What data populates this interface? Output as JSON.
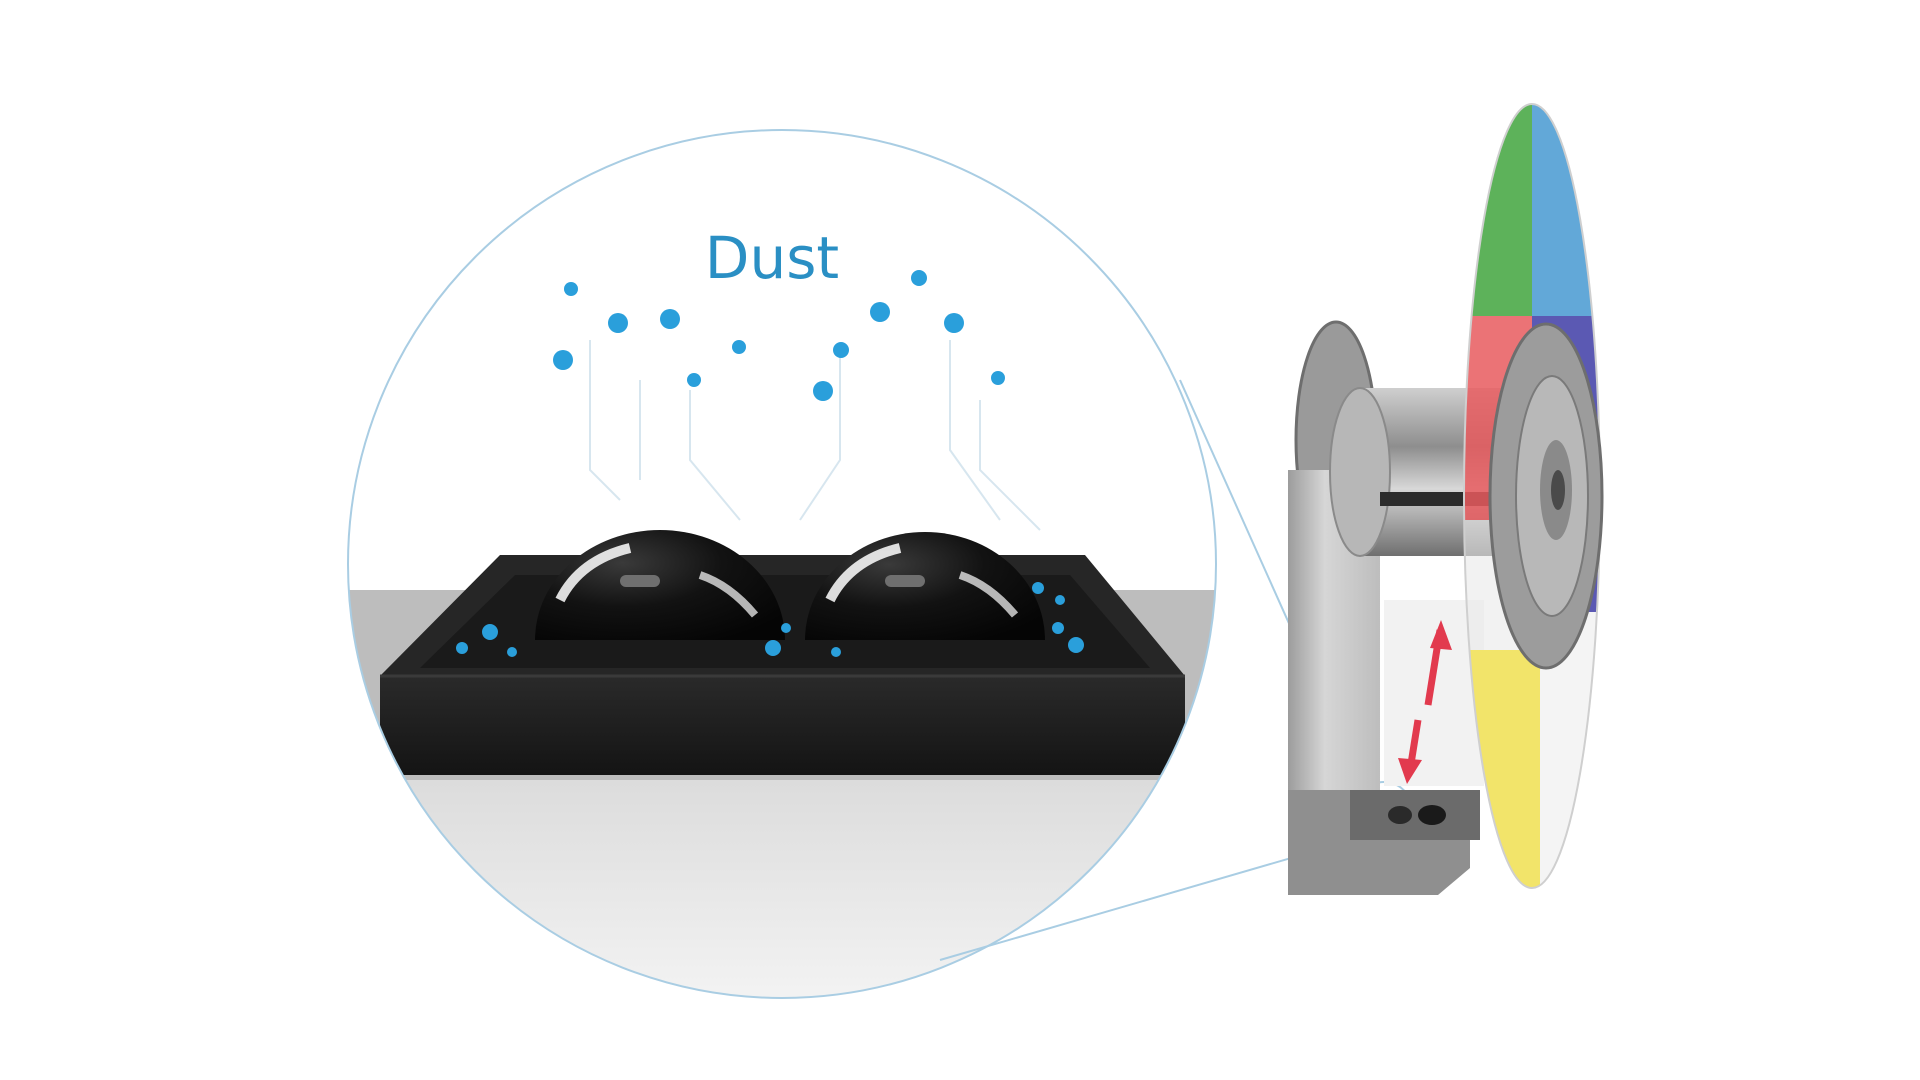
{
  "diagram": {
    "label_text": "Dust",
    "colors": {
      "dust": "#2a9fdb",
      "label": "#2a8fc4",
      "sensor_block": "#1c1c1c",
      "lens": "#0f0f0f",
      "outline": "#a9cde3",
      "bracket": "#c9c9c9",
      "arrow": "#e23a4e"
    },
    "color_wheel_segments": [
      {
        "name": "green",
        "color": "#5db25a"
      },
      {
        "name": "blue",
        "color": "#62a8d8"
      },
      {
        "name": "violet",
        "color": "#5b59b3"
      },
      {
        "name": "white",
        "color": "#f4f4f4"
      },
      {
        "name": "yellow",
        "color": "#f2e46a"
      },
      {
        "name": "red",
        "color": "#e85a5e"
      }
    ]
  }
}
